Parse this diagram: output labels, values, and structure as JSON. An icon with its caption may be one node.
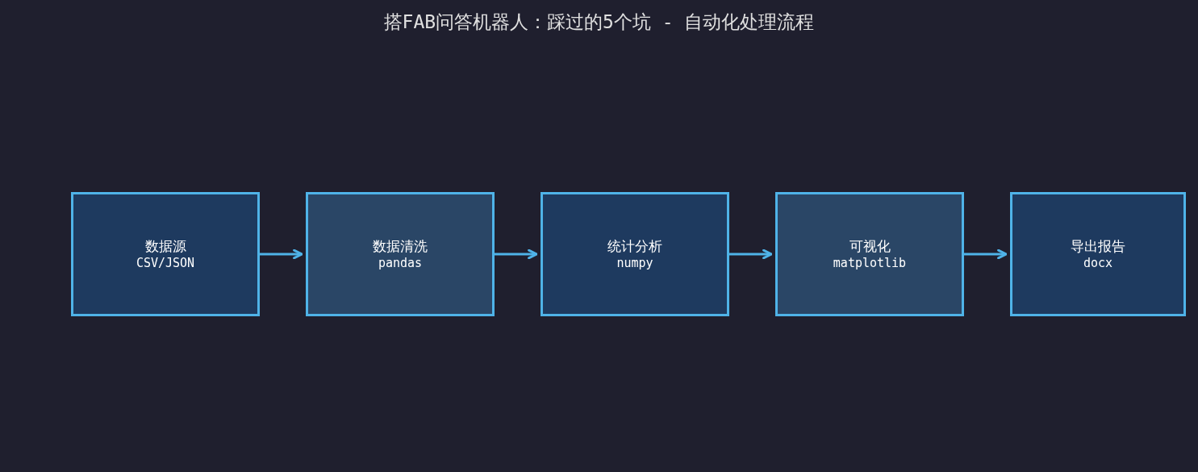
{
  "diagram": {
    "title": "搭FAB问答机器人：踩过的5个坑 - 自动化处理流程",
    "nodes": [
      {
        "text": [
          "数据源",
          "CSV/JSON"
        ]
      },
      {
        "text": [
          "数据清洗",
          "pandas"
        ]
      },
      {
        "text": [
          "统计分析",
          "numpy"
        ]
      },
      {
        "text": [
          "可视化",
          "matplotlib"
        ]
      },
      {
        "text": [
          "导出报告",
          "docx"
        ]
      }
    ],
    "edges": [
      {
        "from": 0,
        "to": 1,
        "arrow": "to"
      },
      {
        "from": 1,
        "to": 2,
        "arrow": "to"
      },
      {
        "from": 2,
        "to": 3,
        "arrow": "to"
      },
      {
        "from": 3,
        "to": 4,
        "arrow": "to"
      }
    ]
  }
}
